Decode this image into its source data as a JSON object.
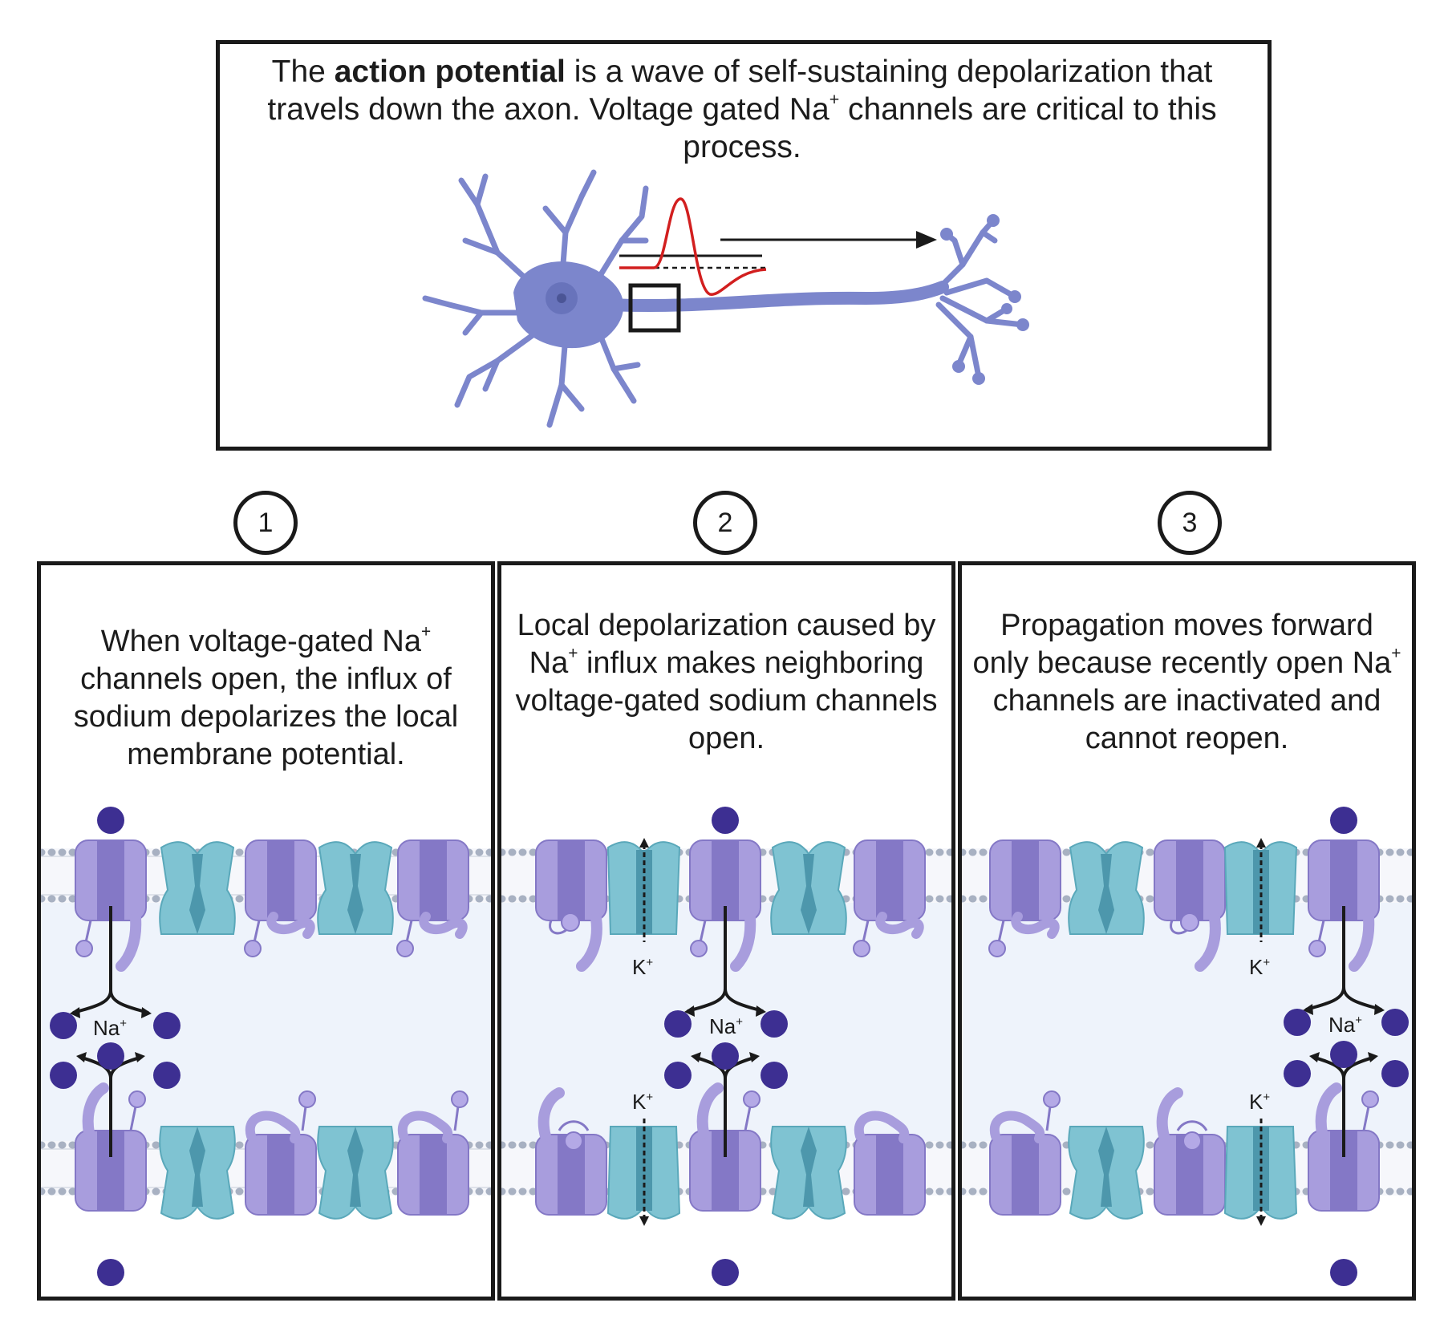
{
  "intro": {
    "pre": "The ",
    "bold": "action potential",
    "mid": " is a wave of self-sustaining depolarization that travels down the axon. Voltage gated Na",
    "sup": "+",
    "post": " channels are critical to this process."
  },
  "steps": [
    {
      "number": "1",
      "text_a": "When voltage-gated Na",
      "sup": "+",
      "text_b": " channels open, the influx of sodium depolarizes the local membrane potential."
    },
    {
      "number": "2",
      "text_a": "Local depolarization caused by Na",
      "sup": "+",
      "text_b": " influx makes neighboring voltage-gated sodium channels open."
    },
    {
      "number": "3",
      "text_a": "Propagation moves forward only because recently open Na",
      "sup": "+",
      "text_b": " channels are inactivated and cannot reopen."
    }
  ],
  "ions": {
    "sodium_label": "Na",
    "potassium_label": "K",
    "charge": "+"
  },
  "colors": {
    "neuron": "#7c86cc",
    "na_channel": "#a89ddd",
    "na_channel_pore": "#8478c6",
    "k_channel": "#7fc3d2",
    "k_channel_pore": "#4d97ac",
    "ion": "#3d2f92",
    "action_potential": "#d21f1f",
    "cytoplasm": "#eef3fb"
  }
}
